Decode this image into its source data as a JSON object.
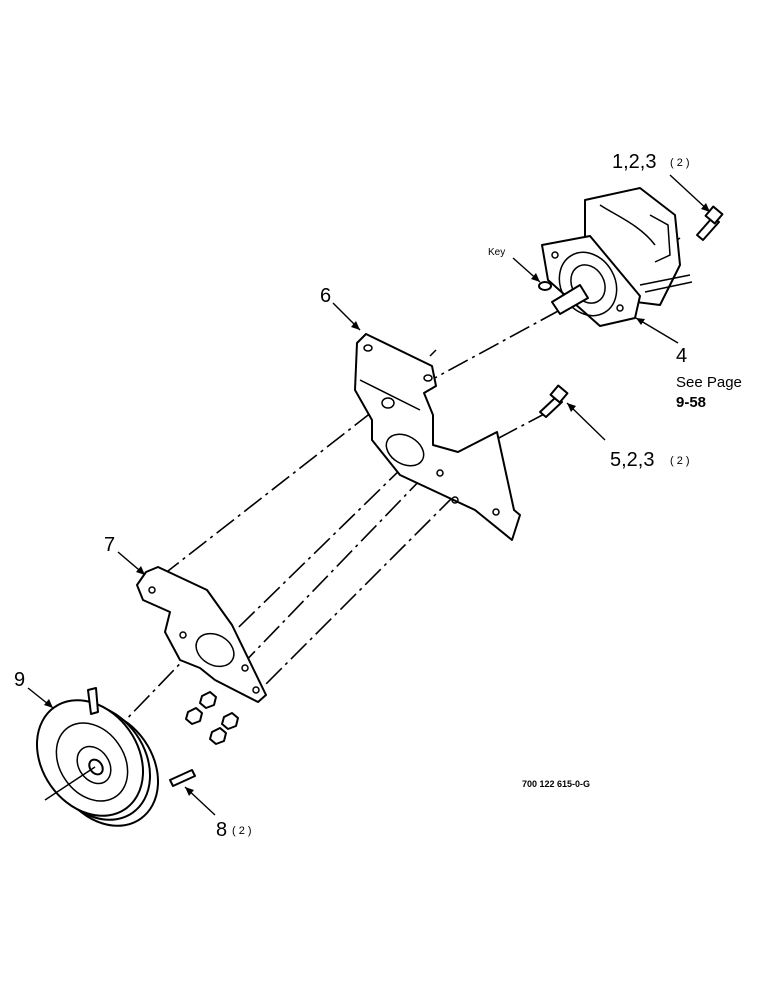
{
  "callouts": {
    "c123": {
      "num": "1,2,3",
      "qty": "( 2 )"
    },
    "key": "Key",
    "c4": {
      "num": "4",
      "ref1": "See Page",
      "ref2": "9-58"
    },
    "c6": "6",
    "c523": {
      "num": "5,2,3",
      "qty": "( 2 )"
    },
    "c7": "7",
    "c9": "9",
    "c8": {
      "num": "8",
      "qty": "( 2 )"
    }
  },
  "drawing_number": "700 122 615-0-G"
}
